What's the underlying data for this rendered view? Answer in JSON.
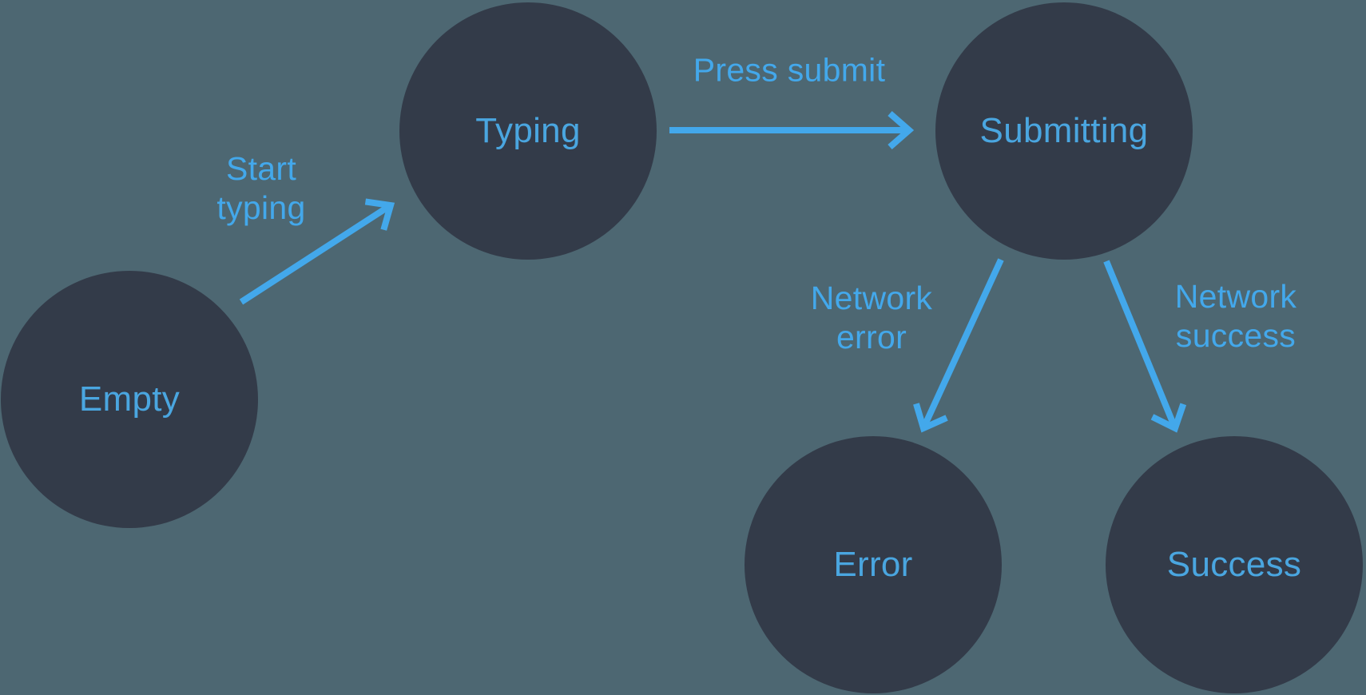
{
  "colors": {
    "background": "#4D6772",
    "node_fill": "#333B49",
    "accent_blue": "#43A8EB",
    "state_label_blue": "#4AA6E0"
  },
  "nodes": [
    {
      "id": "empty",
      "label": "Empty"
    },
    {
      "id": "typing",
      "label": "Typing"
    },
    {
      "id": "submitting",
      "label": "Submitting"
    },
    {
      "id": "error",
      "label": "Error"
    },
    {
      "id": "success",
      "label": "Success"
    }
  ],
  "transitions": [
    {
      "id": "start-typing",
      "label": "Start typing",
      "from": "Empty",
      "to": "Typing"
    },
    {
      "id": "press-submit",
      "label": "Press submit",
      "from": "Typing",
      "to": "Submitting"
    },
    {
      "id": "network-error",
      "label": "Network error",
      "from": "Submitting",
      "to": "Error"
    },
    {
      "id": "network-success",
      "label": "Network success",
      "from": "Submitting",
      "to": "Success"
    }
  ]
}
